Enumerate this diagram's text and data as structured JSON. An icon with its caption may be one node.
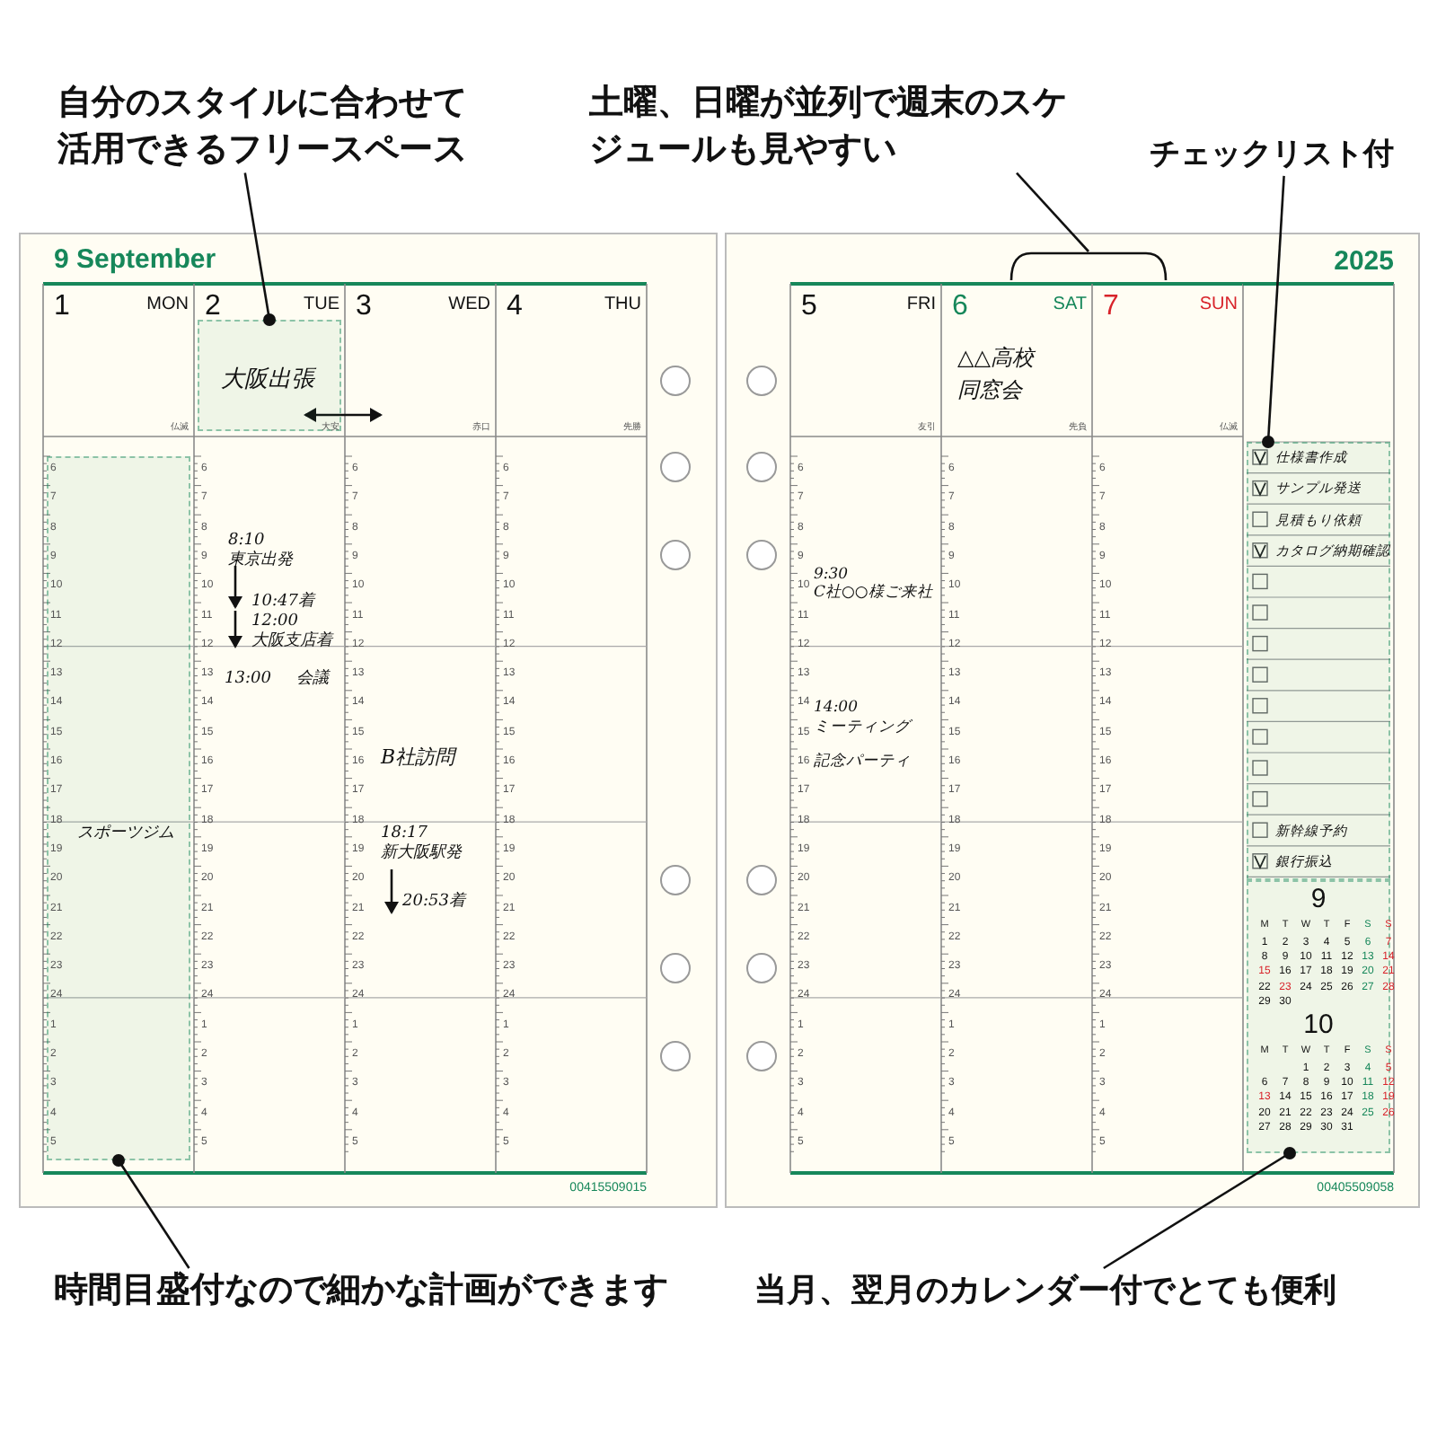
{
  "diagram": {
    "nodes": [
      {
        "text": [
          "自分のスタイルに合わせて活用できるフリースペース"
        ]
      },
      {
        "text": [
          "土曜、日曜が並列で週末のスケジュールも見やすい"
        ]
      },
      {
        "text": [
          "チェックリスト付"
        ]
      },
      {
        "text": [],
        "shape": "box"
      },
      {
        "text": [],
        "shape": "bracket"
      },
      {
        "text": [],
        "shape": "box"
      },
      {
        "text": [],
        "shape": "box"
      },
      {
        "text": [],
        "shape": "box"
      },
      {
        "text": [
          "時間目盛付なので細かな計画ができます"
        ]
      },
      {
        "text": [
          "当月、翌月のカレンダー付でとても便利"
        ]
      }
    ],
    "edges": [
      {
        "from": 0,
        "to": 3,
        "arrow": "other"
      },
      {
        "from": 1,
        "to": 4,
        "arrow": "none"
      },
      {
        "from": 2,
        "to": 5,
        "arrow": "other"
      },
      {
        "from": 8,
        "to": 6,
        "arrow": "other"
      },
      {
        "from": 9,
        "to": 7,
        "arrow": "other"
      }
    ],
    "labels": [
      "9 September",
      "1",
      "MON",
      "2",
      "TUE",
      "3",
      "WED",
      "4",
      "THU",
      "大阪出張",
      "仏滅",
      "大安",
      "赤口",
      "先勝",
      "6",
      "7",
      "8",
      "9",
      "10",
      "11",
      "12",
      "13",
      "14",
      "15",
      "16",
      "17",
      "18",
      "19",
      "20",
      "21",
      "22",
      "23",
      "24",
      "1",
      "2",
      "3",
      "4",
      "5",
      "6",
      "7",
      "8",
      "9",
      "10",
      "11",
      "12",
      "13",
      "14",
      "15",
      "16",
      "17",
      "18",
      "19",
      "20",
      "21",
      "22",
      "23",
      "24",
      "1",
      "2",
      "3",
      "4",
      "5",
      "6",
      "7",
      "8",
      "9",
      "10",
      "11",
      "12",
      "13",
      "14",
      "15",
      "16",
      "17",
      "18",
      "19",
      "20",
      "21",
      "22",
      "23",
      "24",
      "1",
      "2",
      "3",
      "4",
      "5",
      "6",
      "7",
      "8",
      "9",
      "10",
      "11",
      "12",
      "13",
      "14",
      "15",
      "16",
      "17",
      "18",
      "19",
      "20",
      "21",
      "22",
      "23",
      "24",
      "1",
      "2",
      "3",
      "4",
      "5",
      "8:10",
      "東京出発",
      "10:47着",
      "12:00",
      "大阪支店着",
      "13:00",
      "会議",
      "B社訪問",
      "18:17",
      "新大阪駅発",
      "20:53着",
      "スポーツジム",
      "00415509015",
      "2025",
      "5",
      "FRI",
      "6",
      "SAT",
      "7",
      "SUN",
      "△△高校同窓会",
      "友引",
      "先負",
      "仏滅",
      "6",
      "7",
      "8",
      "9",
      "10",
      "11",
      "12",
      "13",
      "14",
      "15",
      "16",
      "17",
      "18",
      "19",
      "20",
      "21",
      "22",
      "23",
      "24",
      "1",
      "2",
      "3",
      "4",
      "5",
      "6",
      "7",
      "8",
      "9",
      "10",
      "11",
      "12",
      "13",
      "14",
      "15",
      "16",
      "17",
      "18",
      "19",
      "20",
      "21",
      "22",
      "23",
      "24",
      "1",
      "2",
      "3",
      "4",
      "5",
      "6",
      "7",
      "8",
      "9",
      "10",
      "11",
      "12",
      "13",
      "14",
      "15",
      "16",
      "17",
      "18",
      "19",
      "20",
      "21",
      "22",
      "23",
      "24",
      "1",
      "2",
      "3",
      "4",
      "5",
      "9:30",
      "C社○○様ご来社",
      "14:00",
      "ミーティング",
      "記念パーティ",
      "仕様書作成",
      "サンプル発送",
      "見積もり依頼",
      "カタログ納期確認",
      "新幹線予約",
      "銀行振込",
      "9",
      "M",
      "T",
      "W",
      "T",
      "F",
      "S",
      "S",
      "1",
      "2",
      "3",
      "4",
      "5",
      "6",
      "7",
      "8",
      "9",
      "10",
      "11",
      "12",
      "13",
      "14",
      "15",
      "16",
      "17",
      "18",
      "19",
      "20",
      "21",
      "22",
      "23",
      "24",
      "25",
      "26",
      "27",
      "28",
      "29",
      "30",
      "10",
      "M",
      "T",
      "W",
      "T",
      "F",
      "S",
      "S",
      "1",
      "2",
      "3",
      "4",
      "5",
      "6",
      "7",
      "8",
      "9",
      "10",
      "11",
      "12",
      "13",
      "14",
      "15",
      "16",
      "17",
      "18",
      "19",
      "20",
      "21",
      "22",
      "23",
      "24",
      "25",
      "26",
      "27",
      "28",
      "29",
      "30",
      "31",
      "00405509058"
    ]
  }
}
